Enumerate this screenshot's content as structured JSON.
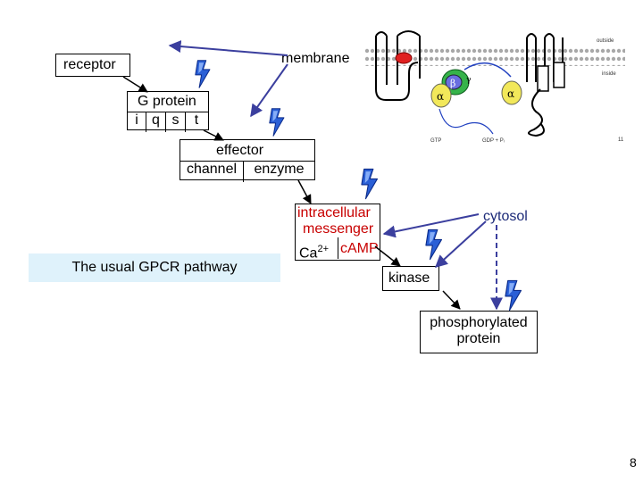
{
  "labels": {
    "receptor": "receptor",
    "membrane": "membrane",
    "g_protein": "G protein",
    "g_subunits": [
      "i",
      "q",
      "s",
      "t"
    ],
    "effector": "effector",
    "effector_types": [
      "channel",
      "enzyme"
    ],
    "messenger_line1": "intracellular",
    "messenger_line2": "messenger",
    "ca": "Ca",
    "ca_sup": "2+",
    "camp": "cAMP",
    "cytosol": "cytosol",
    "kinase": "kinase",
    "phospho_line1": "phosphorylated",
    "phospho_line2": "protein",
    "caption": "The usual GPCR pathway",
    "page_number": "8"
  },
  "inset": {
    "outside": "outside",
    "inside": "inside",
    "beta": "β",
    "gamma": "γ",
    "alpha": "α",
    "gtp": "GTP",
    "gdp": "GDP + Pᵢ",
    "number": "11"
  },
  "colors": {
    "arrow": "#3b3f9e",
    "lightning": "#2a5fd6",
    "messenger_text": "#c80000",
    "caption_bg": "#dff2fb",
    "alpha_fill": "#f2e85a",
    "beta_fill": "#36b34a",
    "membrane_dots": "#a8a8a8"
  }
}
